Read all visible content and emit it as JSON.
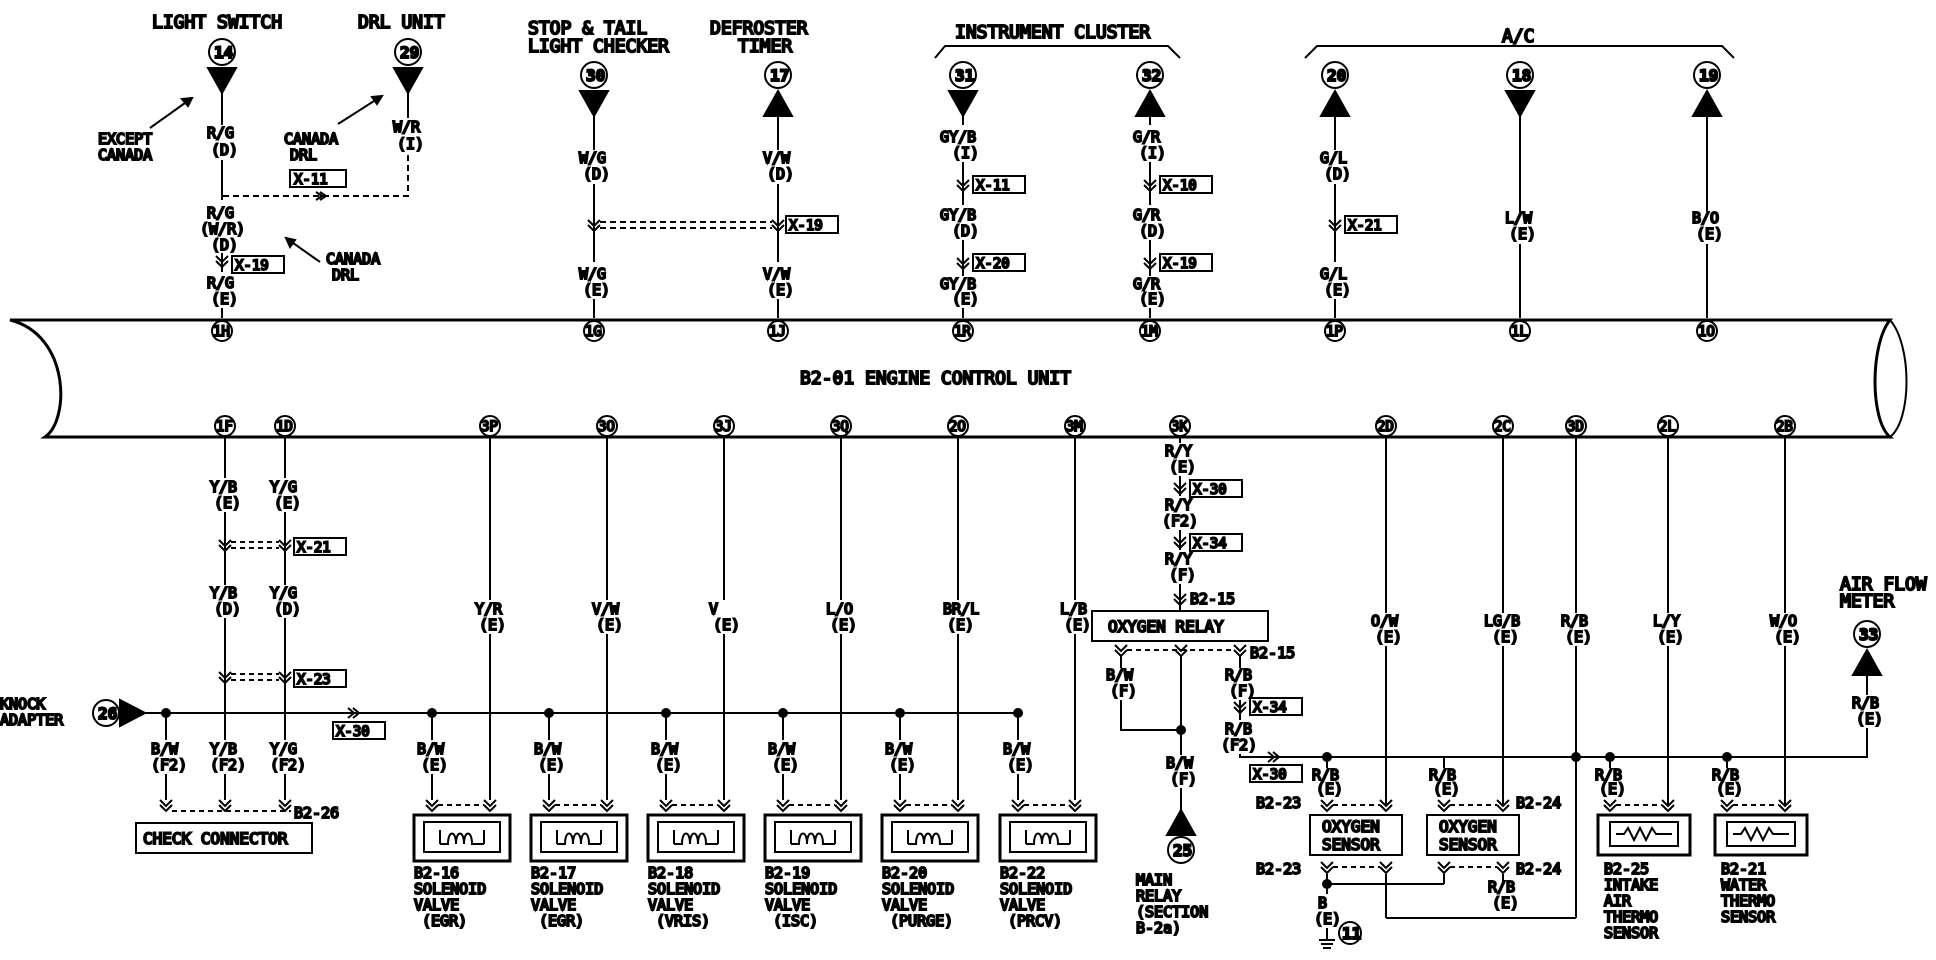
{
  "top_labels": {
    "light_switch": "LIGHT SWITCH",
    "drl_unit": "DRL UNIT",
    "stop_tail_1": "STOP & TAIL",
    "stop_tail_2": "LIGHT CHECKER",
    "defroster_1": "DEFROSTER",
    "defroster_2": "TIMER",
    "instrument_cluster": "INSTRUMENT CLUSTER",
    "ac": "A/C",
    "except_1": "EXCEPT",
    "except_2": "CANADA",
    "canada_drl_1a": "CANADA",
    "canada_drl_1b": "DRL",
    "canada_drl_2a": "CANADA",
    "canada_drl_2b": "DRL"
  },
  "ecu_label": "B2-01 ENGINE CONTROL UNIT",
  "top_circles": [
    "14",
    "29",
    "30",
    "17",
    "31",
    "32",
    "20",
    "18",
    "19"
  ],
  "top_pins": [
    "1H",
    "1G",
    "1J",
    "1R",
    "1M",
    "1P",
    "1L",
    "1O"
  ],
  "bottom_pins": [
    "1F",
    "1D",
    "3P",
    "3O",
    "3J",
    "3Q",
    "2O",
    "3M",
    "3K",
    "2D",
    "2C",
    "3D",
    "2L",
    "2B"
  ],
  "top_wires": {
    "rg_d": "R/G",
    "rg_d_s": "(D)",
    "wr_i": "W/R",
    "wr_i_s": "(I)",
    "rg_wr": "R/G",
    "rg_wr_s1": "(W/R)",
    "rg_wr_s2": "(D)",
    "rg_e": "R/G",
    "rg_e_s": "(E)",
    "wg_d": "W/G",
    "wg_d_s": "(D)",
    "wg_e": "W/G",
    "wg_e_s": "(E)",
    "vw_d": "V/W",
    "vw_d_s": "(D)",
    "vw_e": "V/W",
    "vw_e_s": "(E)",
    "gyb_i": "GY/B",
    "gyb_i_s": "(I)",
    "gyb_d": "GY/B",
    "gyb_d_s": "(D)",
    "gyb_e": "GY/B",
    "gyb_e_s": "(E)",
    "gr_i": "G/R",
    "gr_i_s": "(I)",
    "gr_d": "G/R",
    "gr_d_s": "(D)",
    "gr_e": "G/R",
    "gr_e_s": "(E)",
    "gl_d": "G/L",
    "gl_d_s": "(D)",
    "gl_e": "G/L",
    "gl_e_s": "(E)",
    "lw_e": "L/W",
    "lw_e_s": "(E)",
    "bo_e": "B/O",
    "bo_e_s": "(E)"
  },
  "connectors": {
    "x11a": "X-11",
    "x19a": "X-19",
    "x19b": "X-19",
    "x11b": "X-11",
    "x20": "X-20",
    "x10": "X-10",
    "x19c": "X-19",
    "x21a": "X-21",
    "x21b": "X-21",
    "x23": "X-23",
    "x30a": "X-30",
    "x30b": "X-30",
    "x34a": "X-34",
    "x34b": "X-34",
    "x30c": "X-30"
  },
  "bottom_wires": {
    "yb_e": "Y/B",
    "yb_e_s": "(E)",
    "yg_e": "Y/G",
    "yg_e_s": "(E)",
    "yb_d": "Y/B",
    "yb_d_s": "(D)",
    "yg_d": "Y/G",
    "yg_d_s": "(D)",
    "bw_f2": "B/W",
    "bw_f2_s": "(F2)",
    "yb_f2": "Y/B",
    "yb_f2_s": "(F2)",
    "yg_f2": "Y/G",
    "yg_f2_s": "(F2)",
    "yr": "Y/R",
    "yr_s": "(E)",
    "vw": "V/W",
    "vw_s": "(E)",
    "v": "V",
    "v_s": "(E)",
    "lo": "L/O",
    "lo_s": "(E)",
    "brl": "BR/L",
    "brl_s": "(E)",
    "lb": "L/B",
    "lb_s": "(E)",
    "bw1": "B/W",
    "bw1_s": "(E)",
    "bw2": "B/W",
    "bw2_s": "(E)",
    "bw3": "B/W",
    "bw3_s": "(E)",
    "bw4": "B/W",
    "bw4_s": "(E)",
    "bw5": "B/W",
    "bw5_s": "(E)",
    "bw6": "B/W",
    "bw6_s": "(E)",
    "ry_e": "R/Y",
    "ry_e_s": "(E)",
    "ry_f2": "R/Y",
    "ry_f2_s": "(F2)",
    "ry_f": "R/Y",
    "ry_f_s": "(F)",
    "bw_f": "B/W",
    "bw_f_s": "(F)",
    "bw_main": "B/W",
    "bw_main_s": "(F)",
    "rb_f": "R/B",
    "rb_f_s": "(F)",
    "rb_f2": "R/B",
    "rb_f2_s": "(F2)",
    "ow": "O/W",
    "ow_s": "(E)",
    "lgb": "LG/B",
    "lgb_s": "(E)",
    "rb": "R/B",
    "rb_s": "(E)",
    "ly": "L/Y",
    "ly_s": "(E)",
    "wo": "W/O",
    "wo_s": "(E)",
    "rb_af": "R/B",
    "rb_af_s": "(E)",
    "rb_o1": "R/B",
    "rb_o1_s": "(E)",
    "rb_o2": "R/B",
    "rb_o2_s": "(E)",
    "rb_t1": "R/B",
    "rb_t1_s": "(E)",
    "rb_t2": "R/B",
    "rb_t2_s": "(E)",
    "rb_bot": "R/B",
    "rb_bot_s": "(E)",
    "b_gnd": "B",
    "b_gnd_s": "(E)"
  },
  "components": {
    "knock_1": "KNOCK",
    "knock_2": "ADAPTER",
    "knock_num": "26",
    "check_connector": "CHECK CONNECTOR",
    "check_conn_id": "B2-26",
    "oxygen_relay": "OXYGEN RELAY",
    "relay_b215a": "B2-15",
    "relay_b215b": "B2-15",
    "main_relay_num": "25",
    "main_relay_1": "MAIN",
    "main_relay_2": "RELAY",
    "main_relay_3": "(SECTION",
    "main_relay_4": "B-2a)",
    "air_flow_1": "AIR FLOW",
    "air_flow_2": "METER",
    "air_flow_num": "33",
    "gnd_num": "11",
    "b223a": "B2-23",
    "b224a": "B2-24",
    "b223b": "B2-23",
    "b224b": "B2-24",
    "oxy1_1": "OXYGEN",
    "oxy1_2": "SENSOR",
    "oxy2_1": "OXYGEN",
    "oxy2_2": "SENSOR",
    "sv": [
      {
        "id": "B2-16",
        "l1": "SOLENOID",
        "l2": "VALVE",
        "l3": "(EGR)"
      },
      {
        "id": "B2-17",
        "l1": "SOLENOID",
        "l2": "VALVE",
        "l3": "(EGR)"
      },
      {
        "id": "B2-18",
        "l1": "SOLENOID",
        "l2": "VALVE",
        "l3": "(VRIS)"
      },
      {
        "id": "B2-19",
        "l1": "SOLENOID",
        "l2": "VALVE",
        "l3": "(ISC)"
      },
      {
        "id": "B2-20",
        "l1": "SOLENOID",
        "l2": "VALVE",
        "l3": "(PURGE)"
      },
      {
        "id": "B2-22",
        "l1": "SOLENOID",
        "l2": "VALVE",
        "l3": "(PRCV)"
      }
    ],
    "iat": {
      "id": "B2-25",
      "l1": "INTAKE",
      "l2": "AIR",
      "l3": "THERMO",
      "l4": "SENSOR"
    },
    "wts": {
      "id": "B2-21",
      "l1": "WATER",
      "l2": "THERMO",
      "l3": "SENSOR"
    }
  }
}
